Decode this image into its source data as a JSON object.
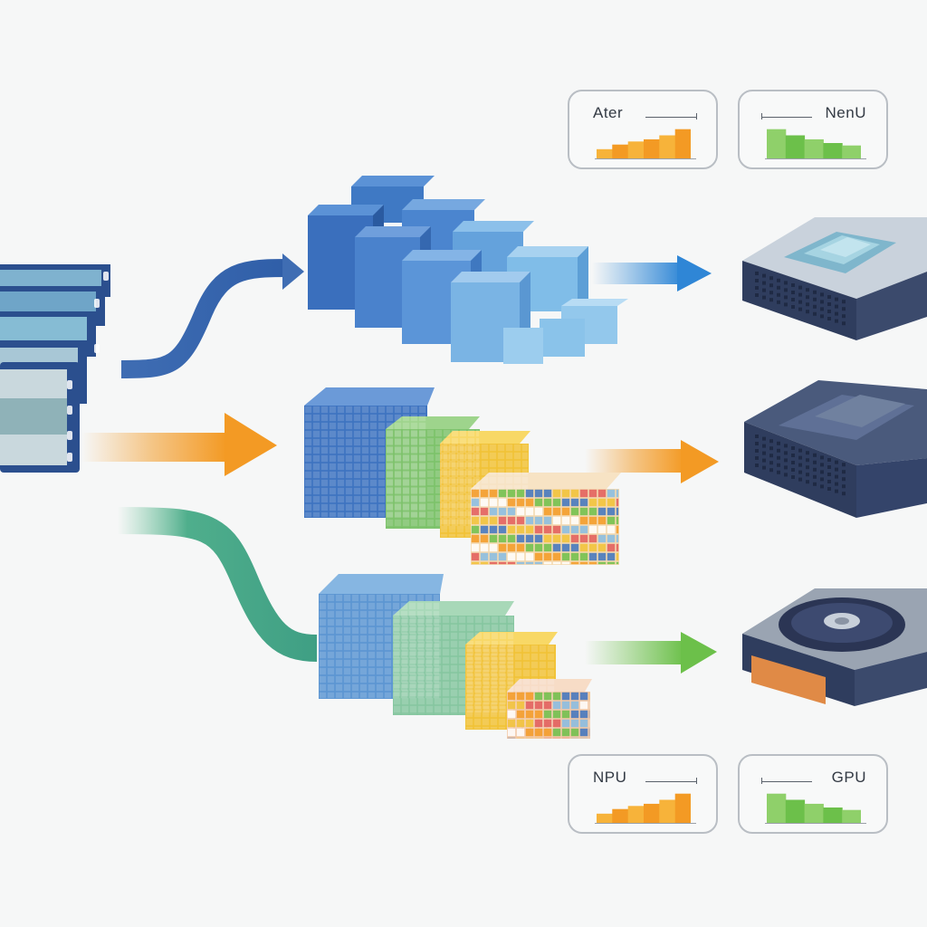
{
  "legends": [
    {
      "label": "Ater",
      "side": "left",
      "color": "#f39a24",
      "color2": "#f7b33a",
      "levels": [
        0.3,
        0.45,
        0.55,
        0.62,
        0.75,
        0.95
      ]
    },
    {
      "label": "NenU",
      "side": "right",
      "color": "#6cc04a",
      "color2": "#8fd06a",
      "levels": [
        0.95,
        0.75,
        0.62,
        0.5,
        0.42
      ]
    },
    {
      "label": "NPU",
      "side": "left",
      "color": "#f39a24",
      "color2": "#f7b33a",
      "levels": [
        0.3,
        0.45,
        0.55,
        0.62,
        0.75,
        0.95
      ]
    },
    {
      "label": "GPU",
      "side": "right",
      "color": "#6cc04a",
      "color2": "#8fd06a",
      "levels": [
        0.95,
        0.75,
        0.62,
        0.5,
        0.42
      ]
    }
  ],
  "colors": {
    "blue_flow": "#3f6db3",
    "orange_flow": "#f39a24",
    "green_flow": "#3f9f84",
    "chip_dark": "#2f3d5e",
    "chip_top": "#8aa8c8"
  }
}
